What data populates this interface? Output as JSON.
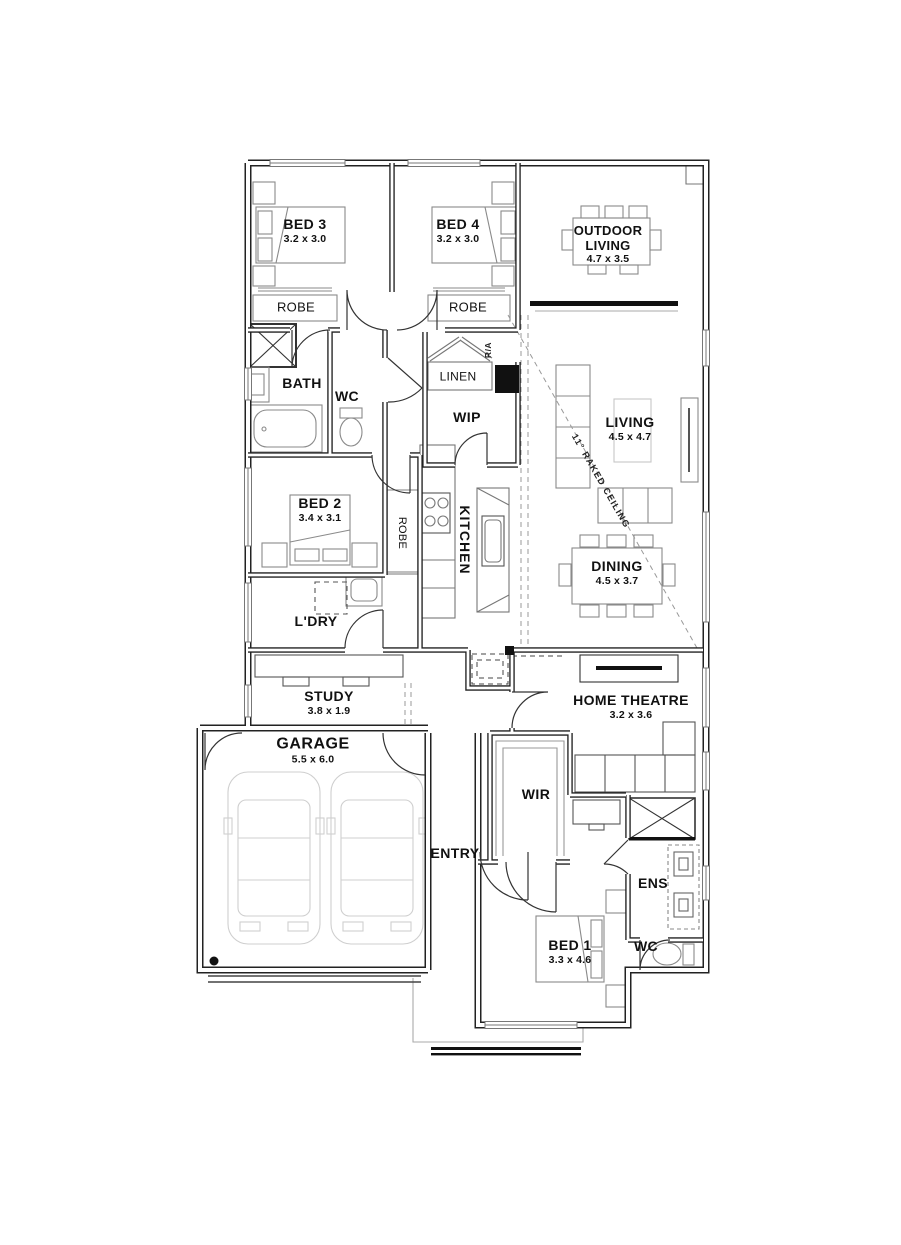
{
  "rooms": {
    "bed3": {
      "name": "BED 3",
      "dims": "3.2 x 3.0"
    },
    "bed4": {
      "name": "BED 4",
      "dims": "3.2 x 3.0"
    },
    "outdoor_living": {
      "name": "OUTDOOR LIVING",
      "dims": "4.7 x 3.5"
    },
    "robe_bed3": {
      "name": "ROBE"
    },
    "robe_bed4": {
      "name": "ROBE"
    },
    "bath": {
      "name": "BATH"
    },
    "wc": {
      "name": "WC"
    },
    "linen": {
      "name": "LINEN"
    },
    "wip": {
      "name": "WIP"
    },
    "living": {
      "name": "LIVING",
      "dims": "4.5 x 4.7"
    },
    "bed2": {
      "name": "BED 2",
      "dims": "3.4 x 3.1"
    },
    "robe_bed2": {
      "name": "ROBE"
    },
    "kitchen": {
      "name": "KITCHEN"
    },
    "dining": {
      "name": "DINING",
      "dims": "4.5 x 3.7"
    },
    "laundry": {
      "name": "L'DRY"
    },
    "study": {
      "name": "STUDY",
      "dims": "3.8 x 1.9"
    },
    "home_theatre": {
      "name": "HOME THEATRE",
      "dims": "3.2 x 3.6"
    },
    "garage": {
      "name": "GARAGE",
      "dims": "5.5 x 6.0"
    },
    "entry": {
      "name": "ENTRY"
    },
    "wir": {
      "name": "WIR"
    },
    "ens": {
      "name": "ENS"
    },
    "bed1": {
      "name": "BED 1",
      "dims": "3.3 x 4.6"
    },
    "wc_ens": {
      "name": "WC"
    }
  },
  "annotations": {
    "raked_ceiling": "11° RAKED CEILING",
    "return_air": "R/A"
  },
  "colors": {
    "wall": "#222222",
    "furniture": "#8a8a8a",
    "light_furniture": "#c7c7c7",
    "text": "#111111"
  }
}
